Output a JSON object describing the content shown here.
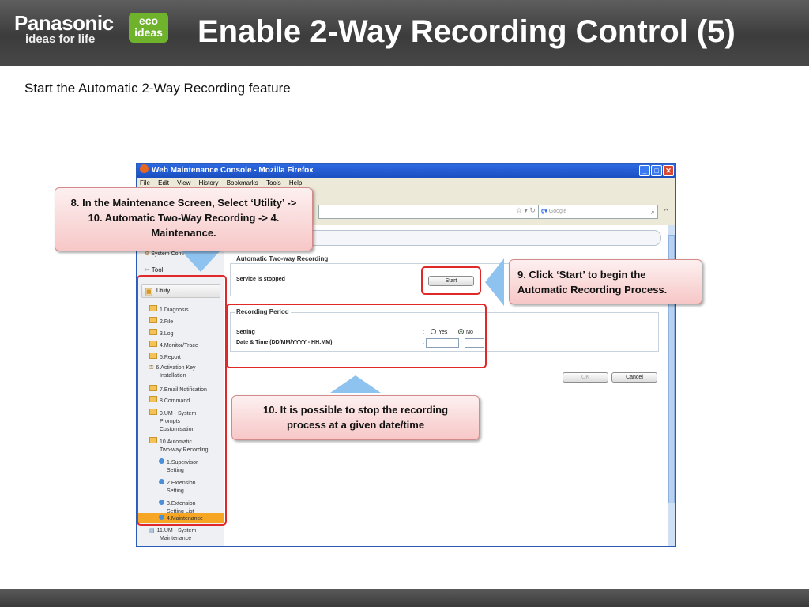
{
  "slide": {
    "brand": "Panasonic",
    "tagline": "ideas for life",
    "eco_line1": "eco",
    "eco_line2": "ideas",
    "title": "Enable 2-Way Recording Control (5)",
    "subtitle": "Start the Automatic 2-Way Recording feature"
  },
  "browser": {
    "window_title": "Web Maintenance Console - Mozilla Firefox",
    "menu": [
      "File",
      "Edit",
      "View",
      "History",
      "Bookmarks",
      "Tools",
      "Help"
    ],
    "search_placeholder": "Google"
  },
  "sidebar": {
    "system_control": "System Control",
    "tool": "Tool",
    "utility": "Utility",
    "items": [
      {
        "label": "1.Diagnosis",
        "icon": "folder-icon"
      },
      {
        "label": "2.File",
        "icon": "folder-icon"
      },
      {
        "label": "3.Log",
        "icon": "folder-icon"
      },
      {
        "label": "4.Monitor/Trace",
        "icon": "folder-icon"
      },
      {
        "label": "5.Report",
        "icon": "folder-icon"
      },
      {
        "label": "6.Activation Key",
        "label2": "Installation",
        "icon": "key-icon"
      },
      {
        "label": "7.Email Notification",
        "icon": "folder-icon"
      },
      {
        "label": "8.Command",
        "icon": "folder-icon"
      },
      {
        "label": "9.UM - System",
        "label2": "Prompts",
        "label3": "Customisation",
        "icon": "folder-icon"
      },
      {
        "label": "10.Automatic",
        "label2": "Two-way Recording",
        "icon": "folder-open-icon"
      }
    ],
    "subitems": [
      {
        "label": "1.Supervisor",
        "label2": "Setting"
      },
      {
        "label": "2.Extension",
        "label2": "Setting"
      },
      {
        "label": "3.Extension",
        "label2": "Setting List"
      },
      {
        "label": "4.Maintenance"
      }
    ],
    "last_item": {
      "label": "11.UM - System",
      "label2": "Maintenance"
    }
  },
  "main": {
    "group1_title": "Automatic Two-way Recording",
    "status": "Service is stopped",
    "start_button": "Start",
    "group2_title": "Recording Period",
    "setting_label": "Setting",
    "datetime_label": "Date & Time (DD/MM/YYYY - HH:MM)",
    "colon": ":",
    "yes": "Yes",
    "no": "No",
    "dash": "-",
    "ok": "OK",
    "cancel": "Cancel"
  },
  "callouts": {
    "c8": "8. In the Maintenance Screen, Select ‘Utility’ -> 10. Automatic Two-Way Recording -> 4. Maintenance.",
    "c9": "9. Click ‘Start’ to begin the Automatic Recording Process.",
    "c10": "10. It is possible to stop the recording process at a given date/time"
  },
  "colors": {
    "callout_fill": "#f7c7c7",
    "highlight_border": "#e02828",
    "arrow": "#8fc3ef",
    "selected_item": "#f6a623"
  }
}
